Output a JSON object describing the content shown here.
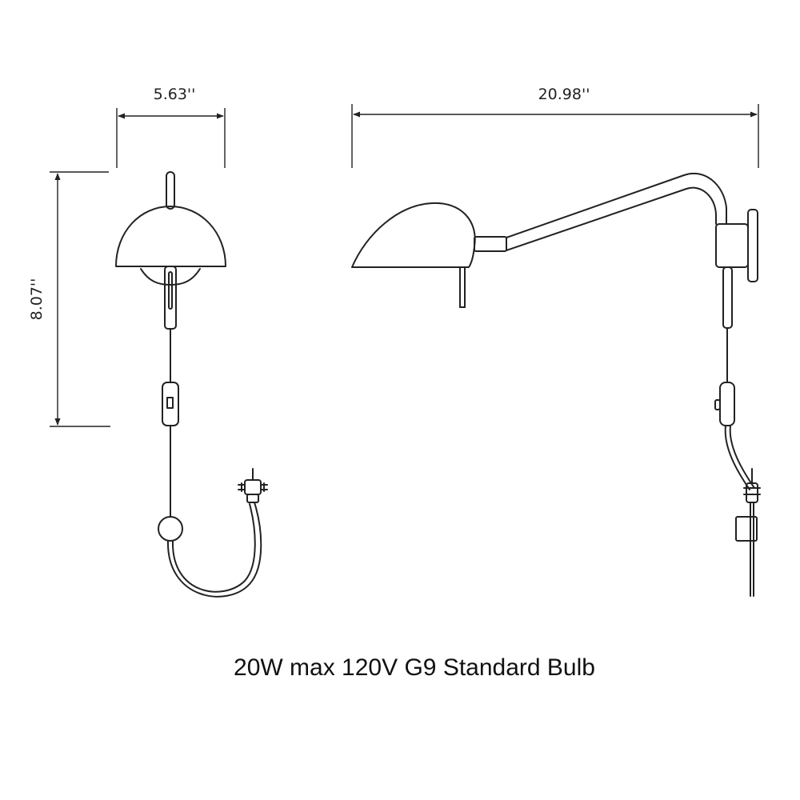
{
  "dimensions": {
    "front_width": "5.63''",
    "front_height": "8.07''",
    "side_length": "20.98''"
  },
  "spec_text": "20W max 120V G9 Standard Bulb"
}
